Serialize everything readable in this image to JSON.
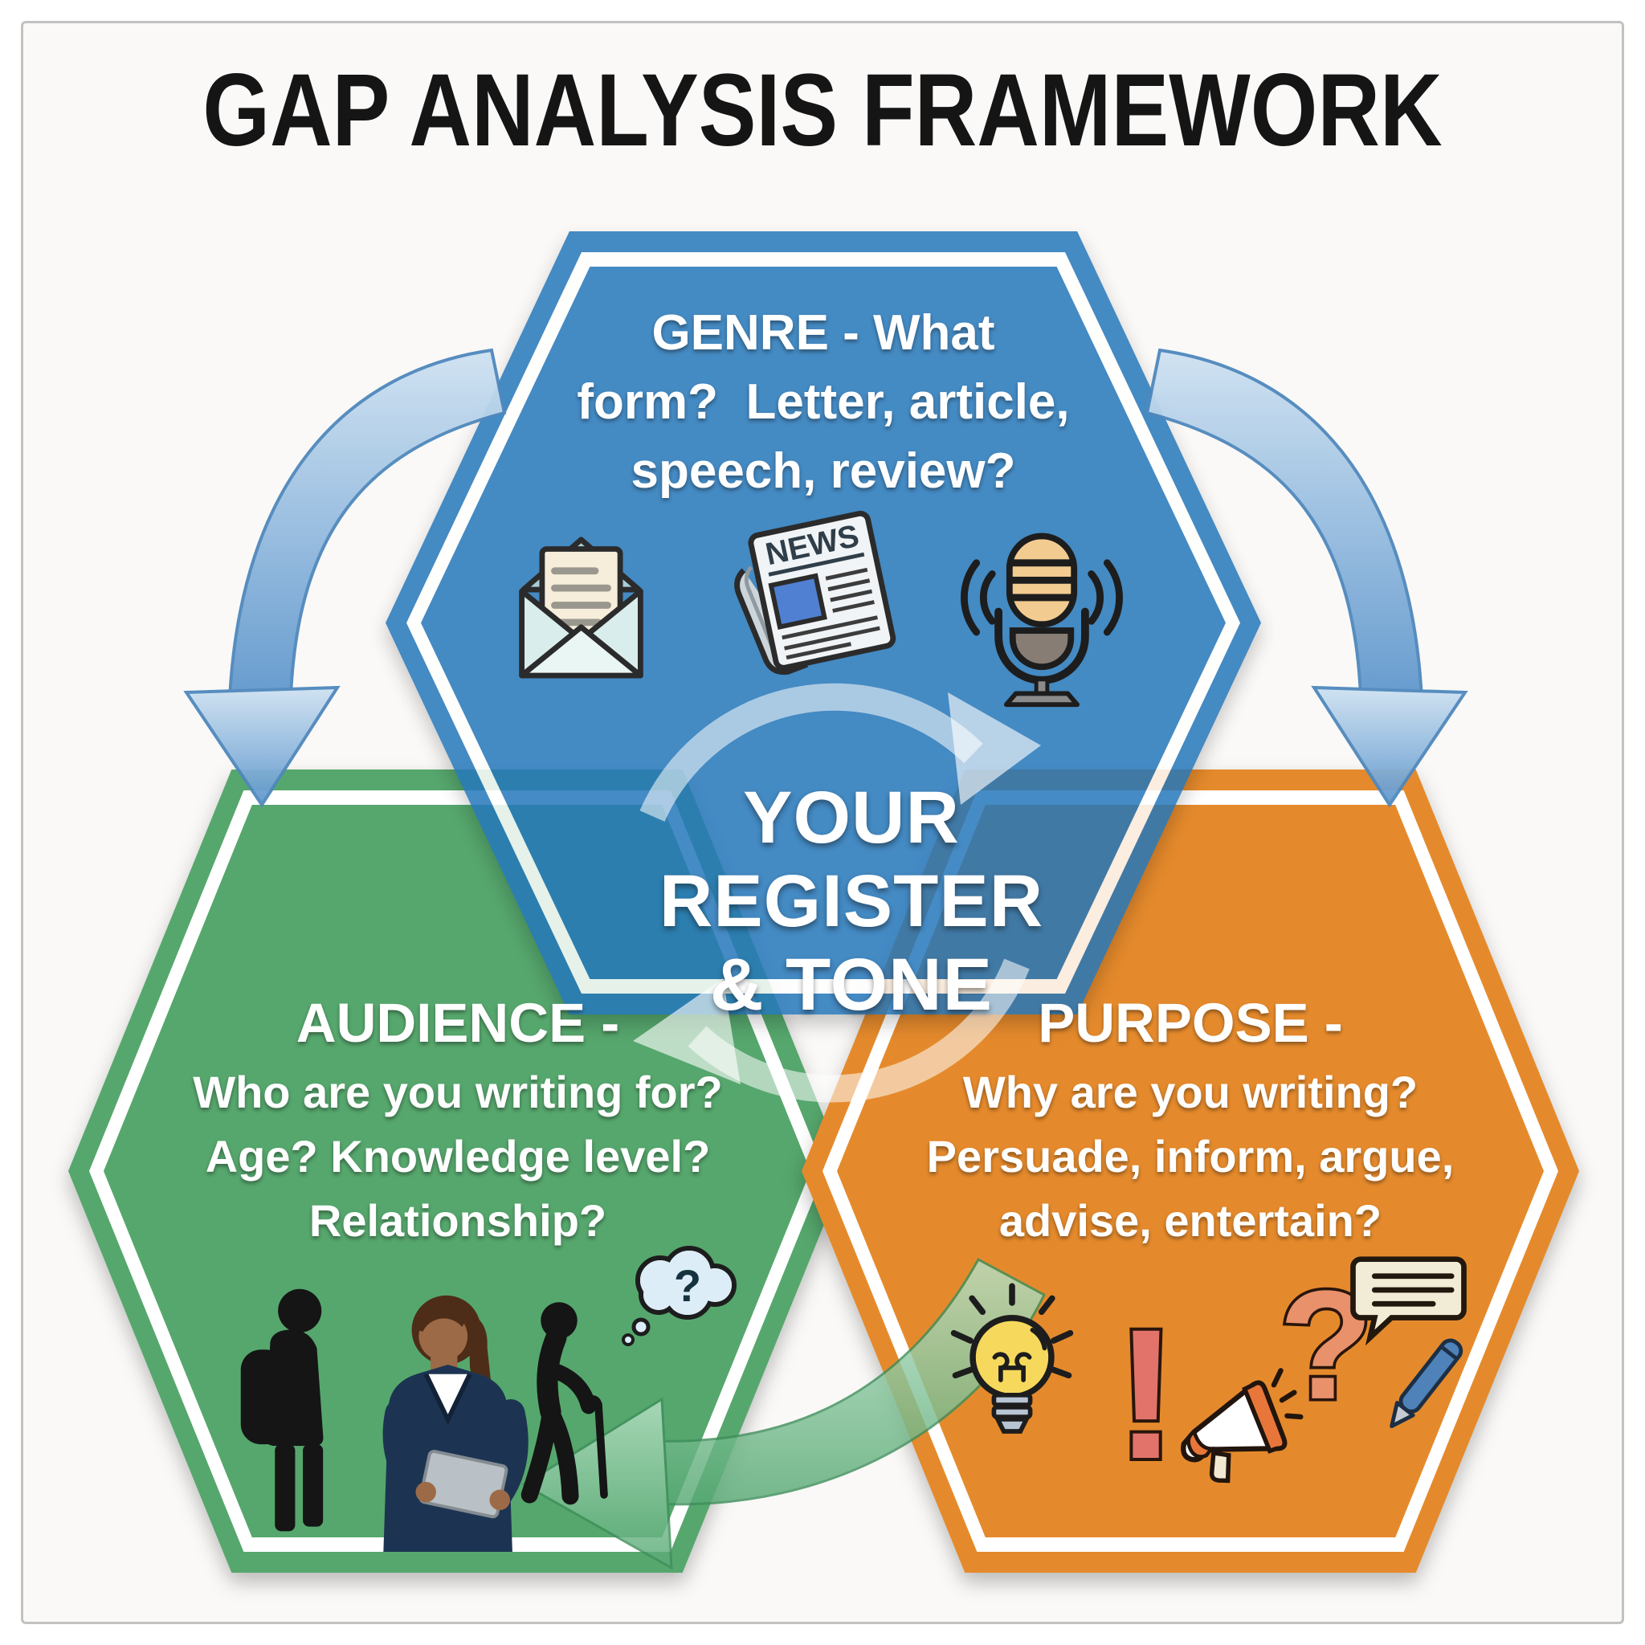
{
  "title": "GAP ANALYSIS FRAMEWORK",
  "center_label": {
    "line1": "YOUR",
    "line2": "REGISTER",
    "line3": "& TONE"
  },
  "genre_hex": {
    "color": "#2577bb",
    "line1": "GENRE - What",
    "line2": "form?  Letter, article,",
    "line3": "speech, review?",
    "icons": [
      "envelope-icon",
      "newspaper-icon",
      "microphone-icon"
    ],
    "newspaper_label": "NEWS"
  },
  "audience_hex": {
    "color": "#56a76d",
    "heading": "AUDIENCE -",
    "line2": "Who are you writing for?",
    "line3": "Age? Knowledge level?",
    "line4": "Relationship?",
    "icons": [
      "child-with-backpack-icon",
      "businesswoman-tablet-icon",
      "elderly-person-cane-icon",
      "thought-bubble-icon"
    ],
    "thought_bubble_mark": "?"
  },
  "purpose_hex": {
    "color": "#e58a2c",
    "heading": "PURPOSE -",
    "line2": "Why are you writing?",
    "line3": "Persuade, inform, argue,",
    "line4": "advise, entertain?",
    "icons": [
      "lightbulb-icon",
      "exclamation-icon",
      "megaphone-icon",
      "question-mark-icon",
      "speech-bubble-icon",
      "pen-icon"
    ],
    "exclamation_mark": "!",
    "question_mark": "?"
  },
  "arrows": {
    "blue_arrow_color": "#8db9e2",
    "green_arrow_color": "#5fae7a",
    "cycle_ring_color": "#ffffff"
  }
}
